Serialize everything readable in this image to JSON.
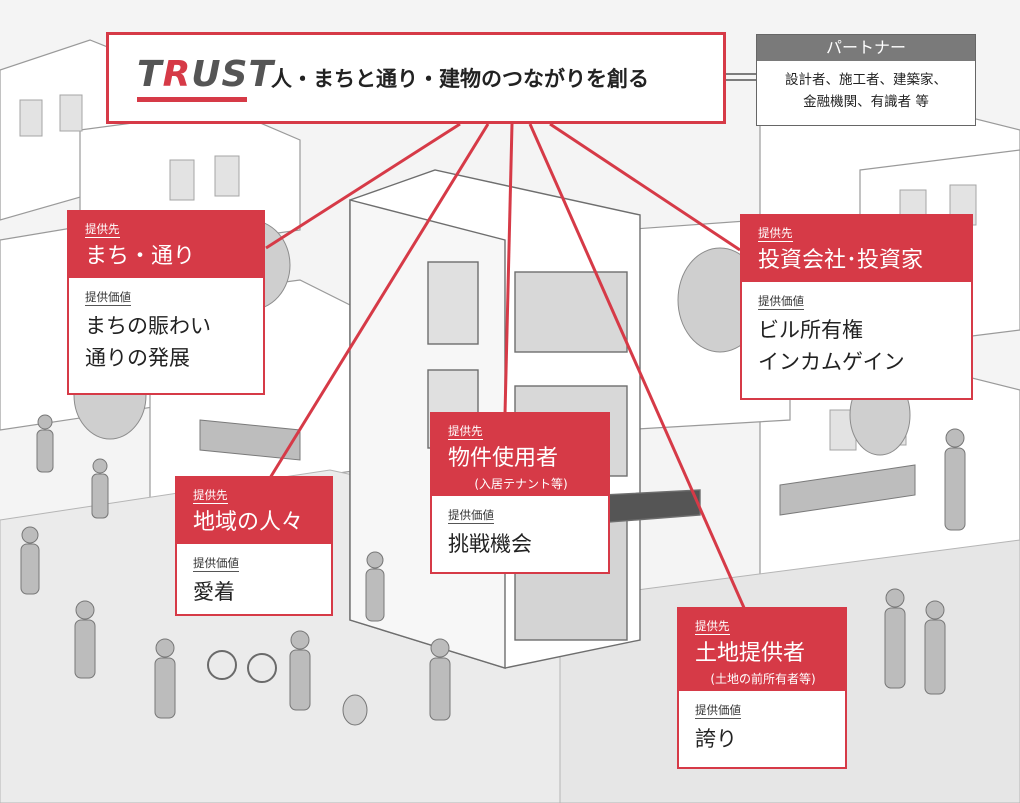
{
  "header": {
    "logo": {
      "part1": "T",
      "accent": "R",
      "part2": "UST"
    },
    "tagline": "人・まちと通り・建物のつながりを創る"
  },
  "partner": {
    "title": "パートナー",
    "line1": "設計者、施工者、建築家、",
    "line2": "金融機関、有識者 等"
  },
  "cards": [
    {
      "key": "machi",
      "label": "提供先",
      "title": "まち・通り",
      "value_label": "提供価値",
      "values": [
        "まちの賑わい",
        "通りの発展"
      ]
    },
    {
      "key": "investor",
      "label": "提供先",
      "title": "投資会社･投資家",
      "value_label": "提供価値",
      "values": [
        "ビル所有権",
        "インカムゲイン"
      ]
    },
    {
      "key": "tenant",
      "label": "提供先",
      "title": "物件使用者",
      "subtitle": "(入居テナント等)",
      "value_label": "提供価値",
      "values": [
        "挑戦機会"
      ]
    },
    {
      "key": "local",
      "label": "提供先",
      "title": "地域の人々",
      "value_label": "提供価値",
      "values": [
        "愛着"
      ]
    },
    {
      "key": "land",
      "label": "提供先",
      "title": "土地提供者",
      "subtitle": "(土地の前所有者等)",
      "value_label": "提供価値",
      "values": [
        "誇り"
      ]
    }
  ],
  "colors": {
    "accent": "#d63a47",
    "partner_header": "#7a7a7a"
  }
}
